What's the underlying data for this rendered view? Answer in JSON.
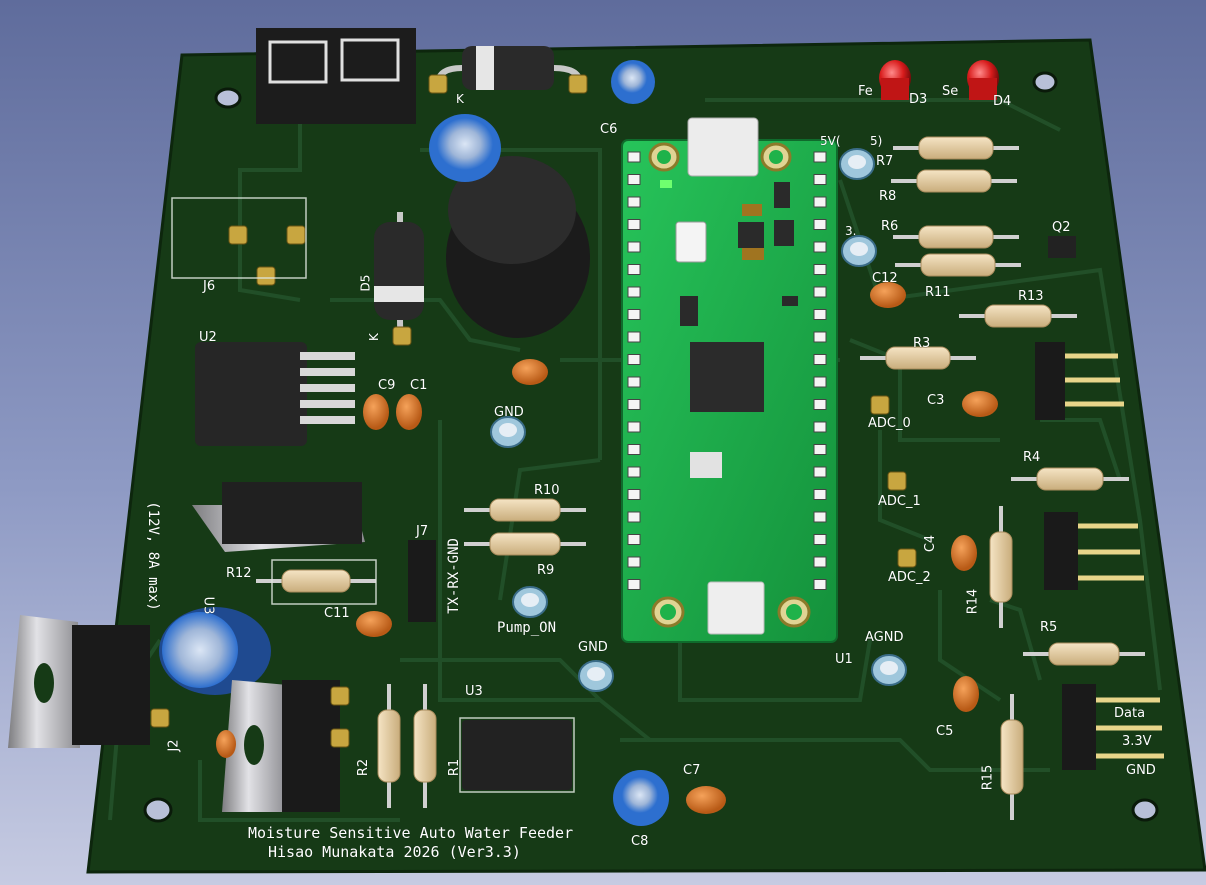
{
  "board": {
    "title_line1": "Moisture Sensitive Auto Water Feeder",
    "title_line2": "Hisao Munakata 2026 (Ver3.3)",
    "colors": {
      "pcb": "#163a16",
      "pcb_edge": "#0d260d",
      "trace": "#1f4a1f",
      "pad_gold": "#c8a640",
      "module": "#1fb24a",
      "silk": "#ffffff",
      "resistor": "#e8d1a8",
      "capacitor_ceramic": "#d97a2c",
      "led": "#d81c1c",
      "electrolytic": "#2d6fcf"
    }
  },
  "labels": {
    "d3": "D3",
    "d4": "D4",
    "d3_partial": "Fe",
    "d4_partial": "Se",
    "c6": "C6",
    "k1": "K",
    "k2": "K",
    "d5": "D5",
    "j6": "J6",
    "u2": "U2",
    "c9": "C9",
    "c1": "C1",
    "gnd1": "GND",
    "gnd2": "GND",
    "r10": "R10",
    "r9": "R9",
    "j7": "J7",
    "j7_pins": "TX-RX-GND",
    "pump_on": "Pump_ON",
    "power_note": "(12V, 8A max)",
    "u3_label": "U3",
    "r12": "R12",
    "c11": "C11",
    "j2": "J2",
    "r2": "R2",
    "r1": "R1",
    "c7": "C7",
    "c8": "C8",
    "u1": "U1",
    "agnd": "AGND",
    "r7": "R7",
    "r8": "R8",
    "r6": "R6",
    "r11": "R11",
    "q2": "Q2",
    "c12": "C12",
    "r13": "R13",
    "r3": "R3",
    "c3": "C3",
    "adc0": "ADC_0",
    "r4": "R4",
    "adc1": "ADC_1",
    "c4": "C4",
    "r14": "R14",
    "adc2": "ADC_2",
    "r5": "R5",
    "c5": "C5",
    "r15": "R15",
    "data": "Data",
    "v33": "3.3V",
    "gnd3": "GND",
    "v5": "5V(",
    "v5b": "5)",
    "v33b": "3."
  }
}
